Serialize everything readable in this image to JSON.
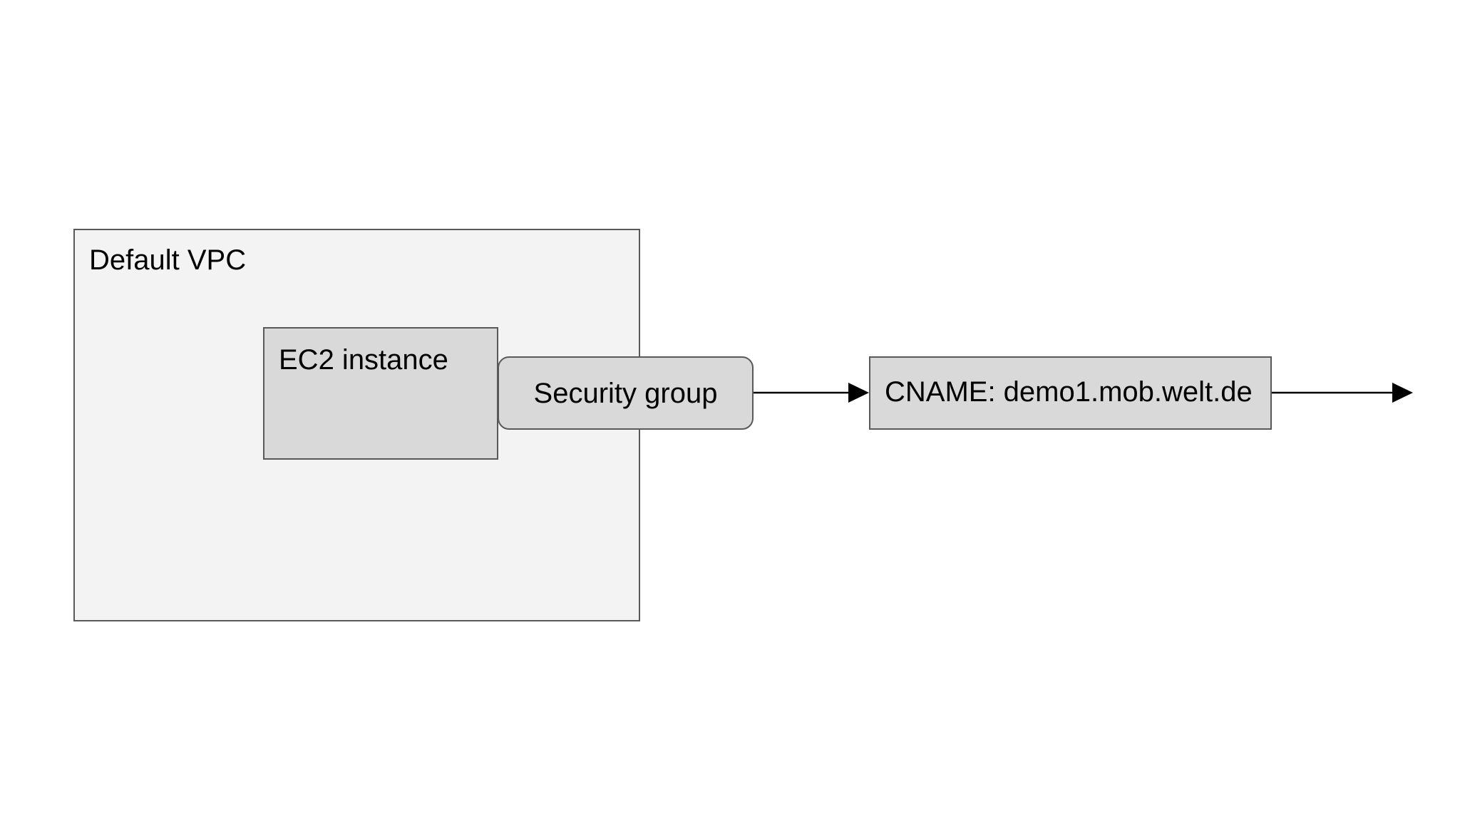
{
  "nodes": {
    "vpc": {
      "label": "Default VPC"
    },
    "ec2": {
      "label": "EC2 instance"
    },
    "security_group": {
      "label": "Security group"
    },
    "cname": {
      "label": "CNAME: demo1.mob.welt.de"
    }
  },
  "edges": [
    {
      "from": "security_group",
      "to": "cname"
    },
    {
      "from": "cname",
      "to": "outside"
    }
  ],
  "colors": {
    "container_fill": "#f3f3f3",
    "node_fill": "#d9d9d9",
    "border": "#595959",
    "arrow": "#000000"
  }
}
